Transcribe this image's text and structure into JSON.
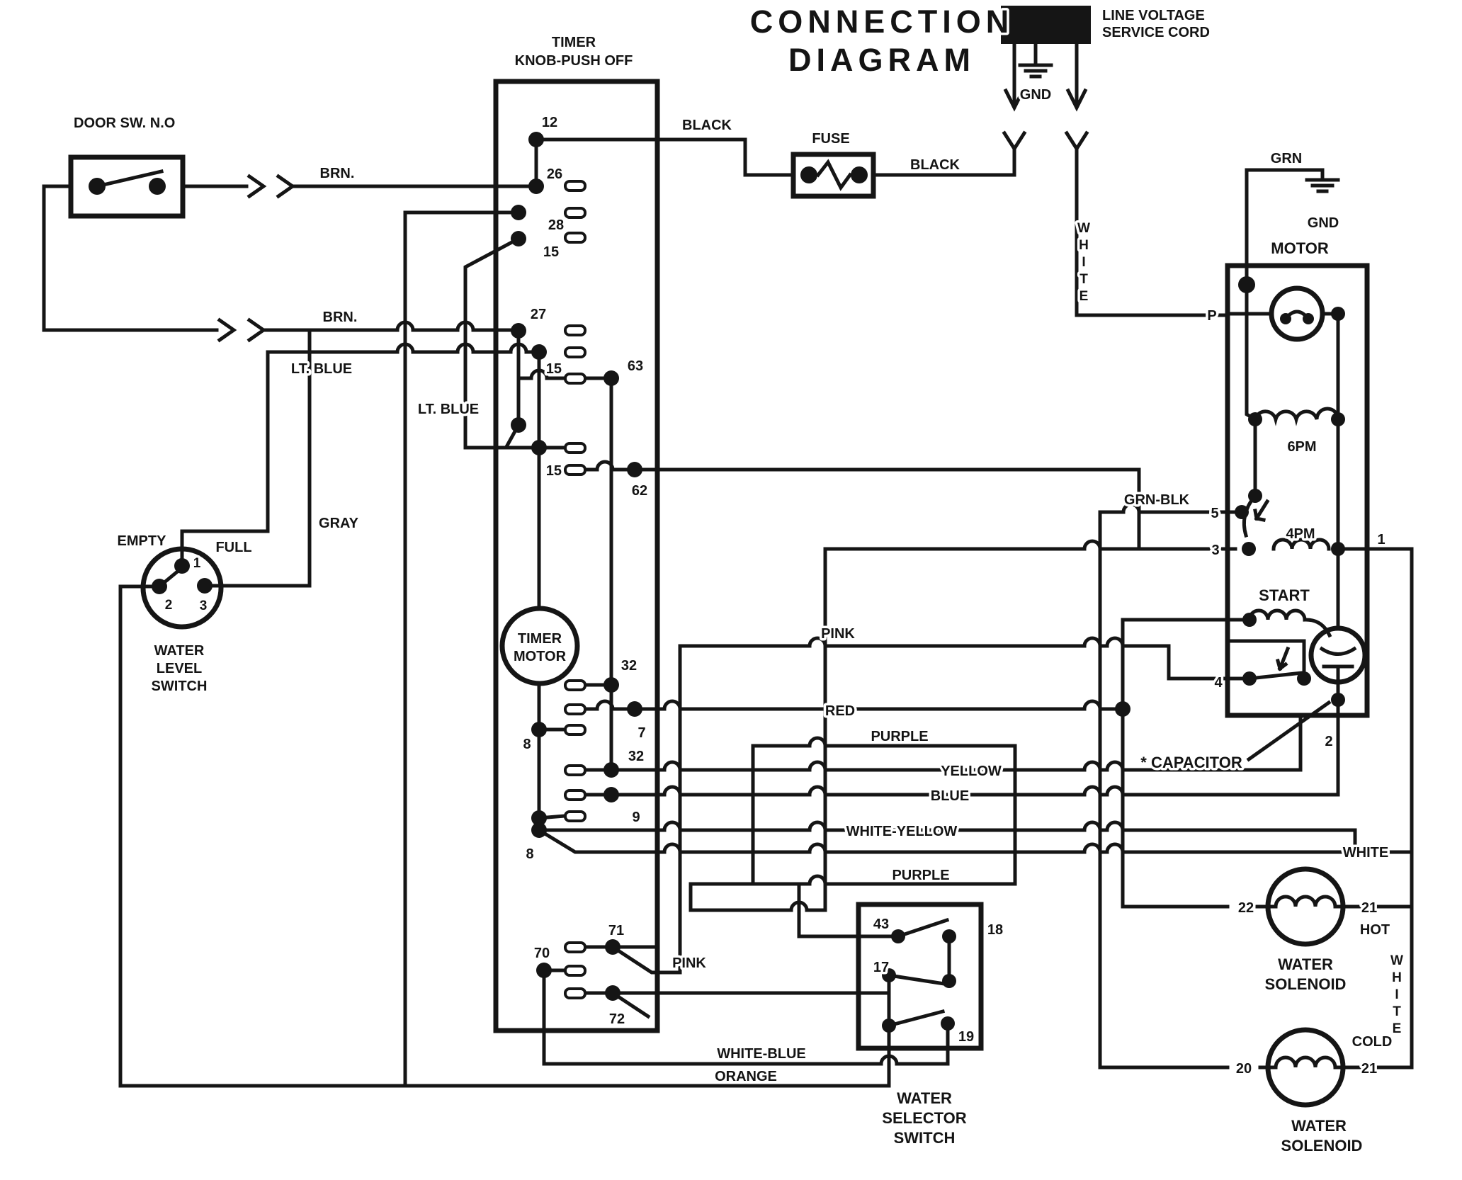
{
  "title": {
    "line1": "CONNECTION",
    "line2": "DIAGRAM"
  },
  "service_cord": {
    "label_line1": "LINE VOLTAGE",
    "label_line2": "SERVICE CORD",
    "gnd": "GND"
  },
  "door_switch": {
    "label": "DOOR SW. N.O"
  },
  "fuse": {
    "label": "FUSE"
  },
  "timer": {
    "label_line1": "TIMER",
    "label_line2": "KNOB-PUSH OFF",
    "motor_line1": "TIMER",
    "motor_line2": "MOTOR",
    "terminals": {
      "t12": "12",
      "t26": "26",
      "t28": "28",
      "t15a": "15",
      "t27": "27",
      "t15b": "15",
      "t63": "63",
      "t15c": "15",
      "t62": "62",
      "t32a": "32",
      "t7": "7",
      "t8a": "8",
      "t32b": "32",
      "t9": "9",
      "t8b": "8",
      "t70": "70",
      "t71": "71",
      "t72": "72"
    }
  },
  "water_level_switch": {
    "empty": "EMPTY",
    "full": "FULL",
    "t1": "1",
    "t2": "2",
    "t3": "3",
    "label_line1": "WATER",
    "label_line2": "LEVEL",
    "label_line3": "SWITCH"
  },
  "motor": {
    "label": "MOTOR",
    "grn": "GRN",
    "gnd": "GND",
    "p": "P",
    "t5": "5",
    "t3": "3",
    "t1": "1",
    "t4": "4",
    "t2": "2",
    "w6pm": "6PM",
    "w4pm": "4PM",
    "start": "START",
    "capacitor": "* CAPACITOR"
  },
  "selector": {
    "t43": "43",
    "t18": "18",
    "t17": "17",
    "t19": "19",
    "label_line1": "WATER",
    "label_line2": "SELECTOR",
    "label_line3": "SWITCH"
  },
  "solenoid_hot": {
    "t22": "22",
    "t21": "21",
    "temp": "HOT",
    "label_line1": "WATER",
    "label_line2": "SOLENOID"
  },
  "solenoid_cold": {
    "t20": "20",
    "t21": "21",
    "temp": "COLD",
    "label_line1": "WATER",
    "label_line2": "SOLENOID"
  },
  "wire_labels": {
    "black1": "BLACK",
    "black2": "BLACK",
    "brn1": "BRN.",
    "brn2": "BRN.",
    "ltblue1": "LT. BLUE",
    "ltblue2": "LT. BLUE",
    "gray": "GRAY",
    "white_v1": "WHITE",
    "pink1": "PINK",
    "pink2": "PINK",
    "red": "RED",
    "purple1": "PURPLE",
    "purple2": "PURPLE",
    "yellow": "YELLOW",
    "blue": "BLUE",
    "white_yellow": "WHITE-YELLOW",
    "white_h": "WHITE",
    "white_v2": "WHITE",
    "white_blue": "WHITE-BLUE",
    "orange": "ORANGE",
    "grn_blk": "GRN-BLK"
  }
}
